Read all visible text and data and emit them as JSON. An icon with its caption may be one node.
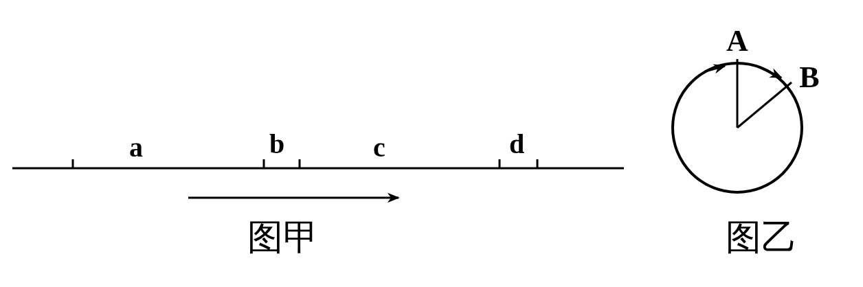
{
  "diagram": {
    "labels": [
      "a",
      "b",
      "c",
      "d",
      "图甲",
      "A",
      "B",
      "图乙"
    ]
  }
}
